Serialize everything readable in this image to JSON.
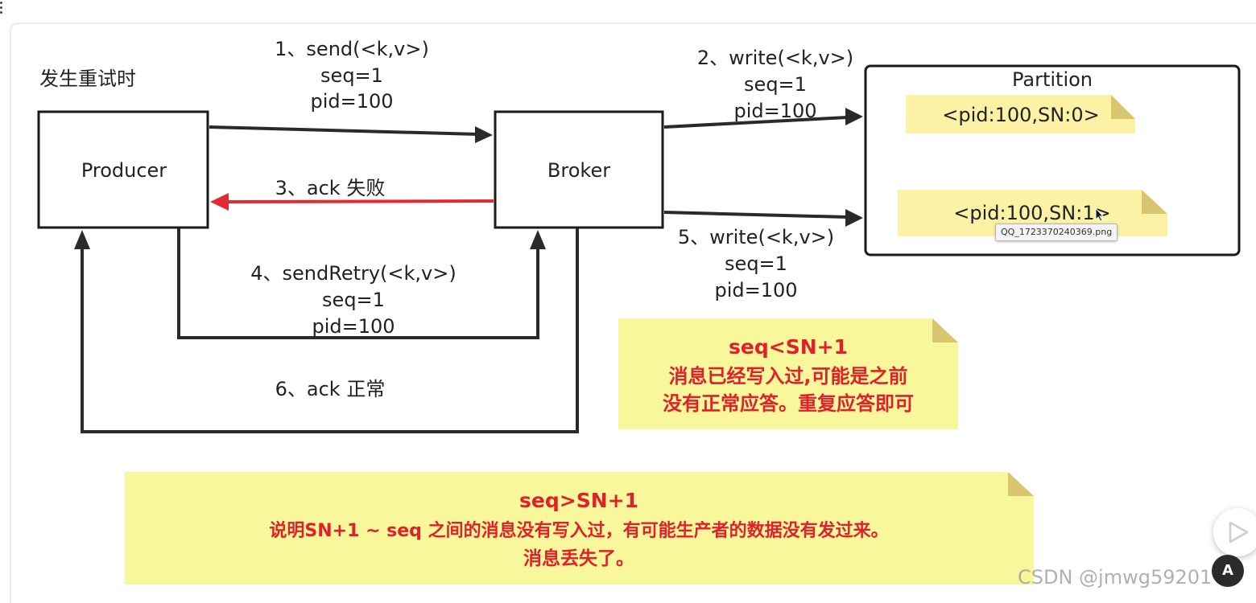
{
  "diagram": {
    "scenario_title": "发生重试时",
    "producer_label": "Producer",
    "broker_label": "Broker",
    "partition_label": "Partition",
    "edges": {
      "send": [
        "1、send(<k,v>)",
        "seq=1",
        "pid=100"
      ],
      "write1": [
        "2、write(<k,v>)",
        "seq=1",
        "pid=100"
      ],
      "ack_fail": "3、ack 失败",
      "send_retry": [
        "4、sendRetry(<k,v>)",
        "seq=1",
        "pid=100"
      ],
      "write2": [
        "5、write(<k,v>)",
        "seq=1",
        "pid=100"
      ],
      "ack_ok": "6、ack 正常"
    },
    "partition_entries": [
      "<pid:100,SN:0>",
      "<pid:100,SN:1>"
    ],
    "note_small": {
      "title": "seq<SN+1",
      "lines": [
        "消息已经写入过,可能是之前",
        "没有正常应答。重复应答即可"
      ]
    },
    "note_large": {
      "title": "seq>SN+1",
      "lines": [
        "说明SN+1 ~ seq 之间的消息没有写入过，有可能生产者的数据没有发过来。",
        "消息丢失了。"
      ]
    },
    "colors": {
      "box_stroke": "#1a1a1a",
      "arrow": "#2a2a2a",
      "fail_arrow": "#e02a34",
      "note_fill": "#f8f79c",
      "note_fold": "#d8c570",
      "entry_fill": "#fbf2a6",
      "note_text": "#e0202a"
    }
  },
  "overlay": {
    "tooltip_text": "QQ_1723370240369.png",
    "watermark": "CSDN @jmwg59201",
    "ai_button_label": "A"
  }
}
